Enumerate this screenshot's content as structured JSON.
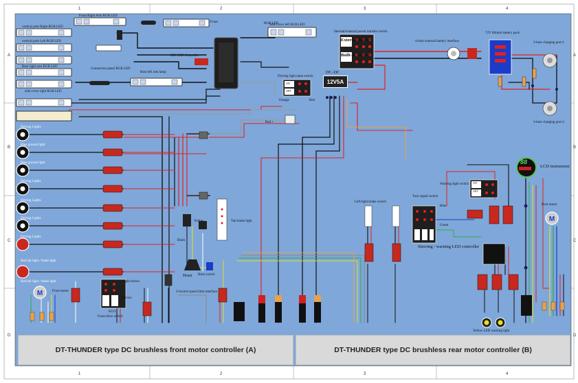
{
  "colors": {
    "background": "#7fa7d9",
    "wire_red": "#e02020",
    "wire_black": "#111111",
    "wire_orange": "#e8a24a",
    "wire_yellow": "#e6e020",
    "wire_green": "#2fa84a",
    "connector_red": "#c8281e",
    "controller_gray": "#d9d9d9"
  },
  "grid": {
    "columns": [
      "1",
      "2",
      "3",
      "4"
    ],
    "rows": [
      "A",
      "B",
      "C",
      "D"
    ]
  },
  "labels": {
    "front_right_arm": "Front Right Arm RGB LED",
    "front": "Front",
    "rgb_led": "RGB LED",
    "vertical_pole_right": "vertical pole Right RGB LED",
    "vertical_pole_left": "vertical pole Left RGB LED",
    "rear_right_arm": "Rear right arm RGB LED",
    "side_cover_left": "Side cover left RGB LED",
    "connection_panel": "Connection panel RGB LED",
    "rear_left_arm": "Rear left arm lamp",
    "side_cover_right": "side cover right RGB LED",
    "bin_led_controller": "BIN LED Controller",
    "power_transfer_switch": "Internal/external power transfer switch",
    "external_battery": "External battery",
    "builtin_battery": "Built-in battery",
    "battery_interface": "4-hole external battery interface",
    "lithium_pack": "72V lithium battery pack",
    "charging_port_1": "3-hole charging port-1",
    "charging_port_2": "3-hole charging port-2",
    "driving_light_main_switch": "Driving light main switch",
    "dcdc": "DC-DC",
    "dcdc_value": "12V5A",
    "orange_wire": "Orange",
    "red_wire": "Red",
    "red_plus": "Red +",
    "on": "ON",
    "off": "OFF",
    "driving_lights": "Driving Lights",
    "blue_ground_light": "Blue ground light",
    "red_tail_brake": "Red tail light / brake light",
    "lcd_instrument": "LCD instrument",
    "lcd_value": "88",
    "warning_light_switch": "Warning light switch",
    "turn_signal_switch": "Turn signal switch",
    "left_right_brake_switch": "Left/right brake switch",
    "blue": "Blue",
    "green": "Green",
    "steering_controller": "Steering / warning LED controller",
    "rear_motor": "Rear motor",
    "front_motor": "Front motor",
    "yellow": "Yellow",
    "black": "Black",
    "horn": "Horn",
    "horn_switch": "Horn switch",
    "tail_brake_light": "Tail brake light",
    "light_brown": "Light brown",
    "brown": "Brown",
    "eco": "ECO",
    "front_drive_switch": "Front drive switch",
    "speed_limit": "3-Switch speed limit interface",
    "yellow_warning_light": "Yellow LED warning light",
    "front_controller": "DT-THUNDER type DC brushless front motor controller (A)",
    "rear_controller": "DT-THUNDER type DC brushless rear motor controller (B)"
  }
}
